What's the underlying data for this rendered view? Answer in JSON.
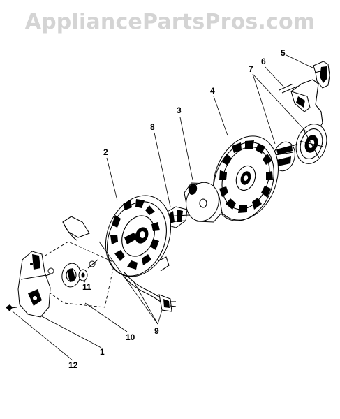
{
  "watermark": "AppliancePartsPros.com",
  "callouts": {
    "c1": "1",
    "c2": "2",
    "c3": "3",
    "c4": "4",
    "c5": "5",
    "c6": "6",
    "c7": "7",
    "c8": "8",
    "c9": "9",
    "c10": "10",
    "c11": "11",
    "c12": "12"
  },
  "parts": [
    {
      "callout": "1",
      "icon": "housing-bracket-icon"
    },
    {
      "callout": "2",
      "icon": "inner-reel-plate-icon"
    },
    {
      "callout": "3",
      "icon": "hub-disc-icon"
    },
    {
      "callout": "4",
      "icon": "outer-reel-plate-icon"
    },
    {
      "callout": "5",
      "icon": "clip-icon"
    },
    {
      "callout": "6",
      "icon": "arm-bracket-icon"
    },
    {
      "callout": "7",
      "icon": "spring-assembly-icon"
    },
    {
      "callout": "8",
      "icon": "contact-assembly-icon"
    },
    {
      "callout": "9",
      "icon": "power-cord-icon"
    },
    {
      "callout": "10",
      "icon": "brake-assembly-icon"
    },
    {
      "callout": "11",
      "icon": "washer-icon"
    },
    {
      "callout": "12",
      "icon": "screw-icon"
    }
  ]
}
